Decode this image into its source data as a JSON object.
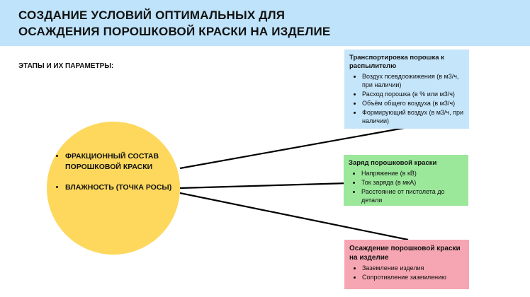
{
  "header": {
    "title_line1": "СОЗДАНИЕ УСЛОВИЙ ОПТИМАЛЬНЫХ ДЛЯ",
    "title_line2": "ОСАЖДЕНИЯ ПОРОШКОВОЙ КРАСКИ НА ИЗДЕЛИЕ",
    "background": "#bfe3fb"
  },
  "stages_label": "ЭТАПЫ И ИХ ПАРАМЕТРЫ:",
  "circle": {
    "color": "#fdd85d",
    "items": [
      "ФРАКЦИОННЫЙ СОСТАВ ПОРОШКОВОЙ КРАСКИ",
      "ВЛАЖНОСТЬ (ТОЧКА РОСЫ)"
    ]
  },
  "boxes": [
    {
      "title": "Транспортировка порошка к распылителю",
      "color": "#c5e5fb",
      "items": [
        "Воздух псевдоожижения (в м3/ч, при наличии)",
        "Расход порошка (в % или м3/ч)",
        "Объём общего воздуха (в м3/ч)",
        "Формирующий воздух (в м3/ч, при наличии)"
      ]
    },
    {
      "title": "Заряд порошковой краски",
      "color": "#9be89b",
      "items": [
        "Напряжение (в кВ)",
        "Ток заряда (в мкА)",
        "Расстояние от пистолета до детали"
      ]
    },
    {
      "title": "Осаждение порошковой краски на изделие",
      "color": "#f5a6b2",
      "items": [
        "Заземление изделия",
        "Сопротивление заземлению"
      ]
    }
  ]
}
